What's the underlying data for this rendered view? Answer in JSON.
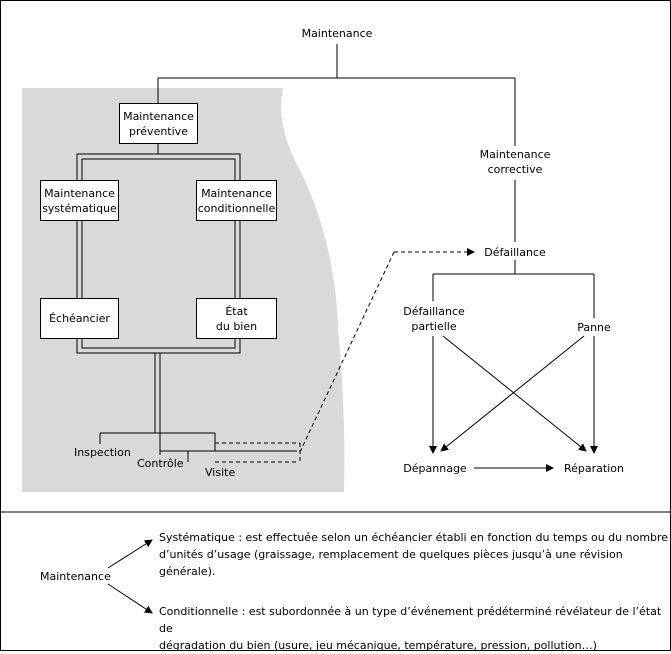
{
  "diagram": {
    "root": "Maintenance",
    "preventive": "Maintenance\npréventive",
    "corrective": "Maintenance\ncorrective",
    "systematique": "Maintenance\nsystématique",
    "conditionnelle": "Maintenance\nconditionnelle",
    "echeancier": "Échéancier",
    "etat": "État\ndu bien",
    "inspection": "Inspection",
    "controle": "Contrôle",
    "visite": "Visite",
    "defaillance": "Défaillance",
    "defaillance_partielle": "Défaillance\npartielle",
    "panne": "Panne",
    "depannage": "Dépannage",
    "reparation": "Réparation"
  },
  "legend": {
    "root": "Maintenance",
    "systematique": "Systématique : est effectuée selon un échéancier établi en fonction du temps ou du nombre\nd’unités d’usage (graissage, remplacement de quelques pièces jusqu’à une révision générale).",
    "conditionnelle": "Conditionnelle : est subordonnée à un type d’événement prédéterminé révélateur de l’état de\ndégradation du bien (usure, jeu mécanique, température, pression, pollution…)"
  },
  "colors": {
    "shaded_area": "#d9d9d9",
    "line": "#000000"
  }
}
